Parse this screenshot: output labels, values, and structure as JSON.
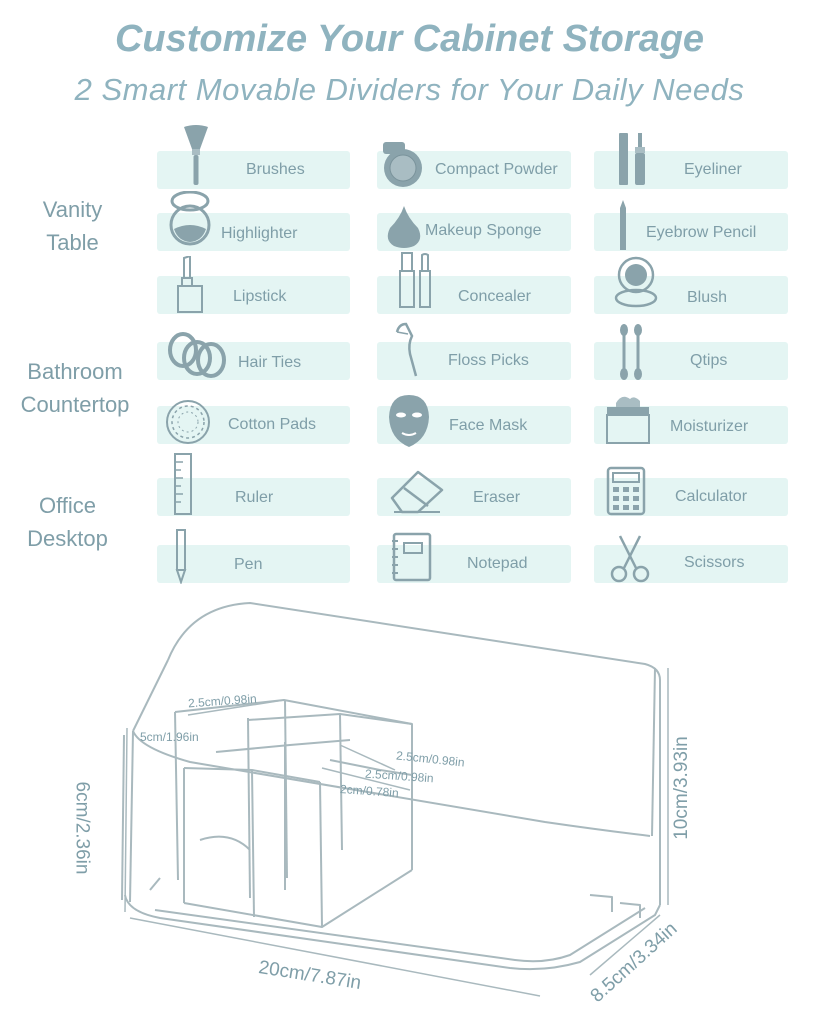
{
  "header": {
    "title": "Customize Your Cabinet Storage",
    "subtitle": "2 Smart Movable Dividers for Your Daily Needs"
  },
  "categories": {
    "vanity": "Vanity Table",
    "bathroom": "Bathroom Countertop",
    "office": "Office Desktop"
  },
  "items": {
    "brushes": "Brushes",
    "compact_powder": "Compact Powder",
    "eyeliner": "Eyeliner",
    "highlighter": "Highlighter",
    "makeup_sponge": "Makeup Sponge",
    "eyebrow_pencil": "Eyebrow Pencil",
    "lipstick": "Lipstick",
    "concealer": "Concealer",
    "blush": "Blush",
    "hair_ties": "Hair Ties",
    "floss_picks": "Floss Picks",
    "qtips": "Qtips",
    "cotton_pads": "Cotton Pads",
    "face_mask": "Face Mask",
    "moisturizer": "Moisturizer",
    "ruler": "Ruler",
    "eraser": "Eraser",
    "calculator": "Calculator",
    "pen": "Pen",
    "notepad": "Notepad",
    "scissors": "Scissors"
  },
  "dimensions": {
    "top_width": "2.5cm/0.98in",
    "left_depth": "5cm/1.96in",
    "right_1": "2.5cm/0.98in",
    "right_2": "2.5cm/0.98in",
    "right_3": "2cm/0.78in",
    "front_height": "6cm/2.36in",
    "back_height": "10cm/3.93in",
    "length": "20cm/7.87in",
    "depth": "8.5cm/3.34in"
  },
  "colors": {
    "accent_text": "#7f9ea8",
    "title": "#8fb3bf",
    "pill_bg": "#e4f5f3",
    "icon": "#8aa3ab"
  }
}
